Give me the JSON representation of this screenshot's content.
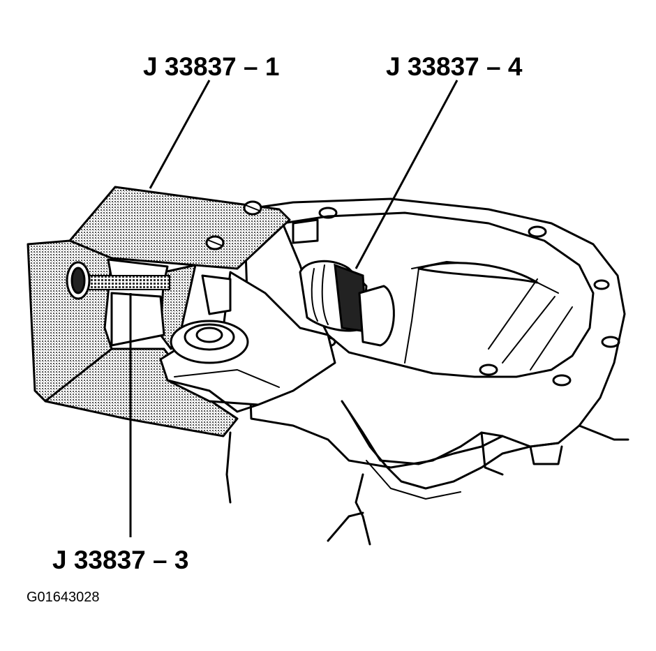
{
  "callouts": {
    "tool_1": "J 33837 – 1",
    "tool_4": "J 33837 – 4",
    "tool_3": "J 33837 – 3"
  },
  "figure_id": "G01643028",
  "colors": {
    "ink": "#000000",
    "paper": "#ffffff",
    "stipple": "#6e6e6e"
  }
}
